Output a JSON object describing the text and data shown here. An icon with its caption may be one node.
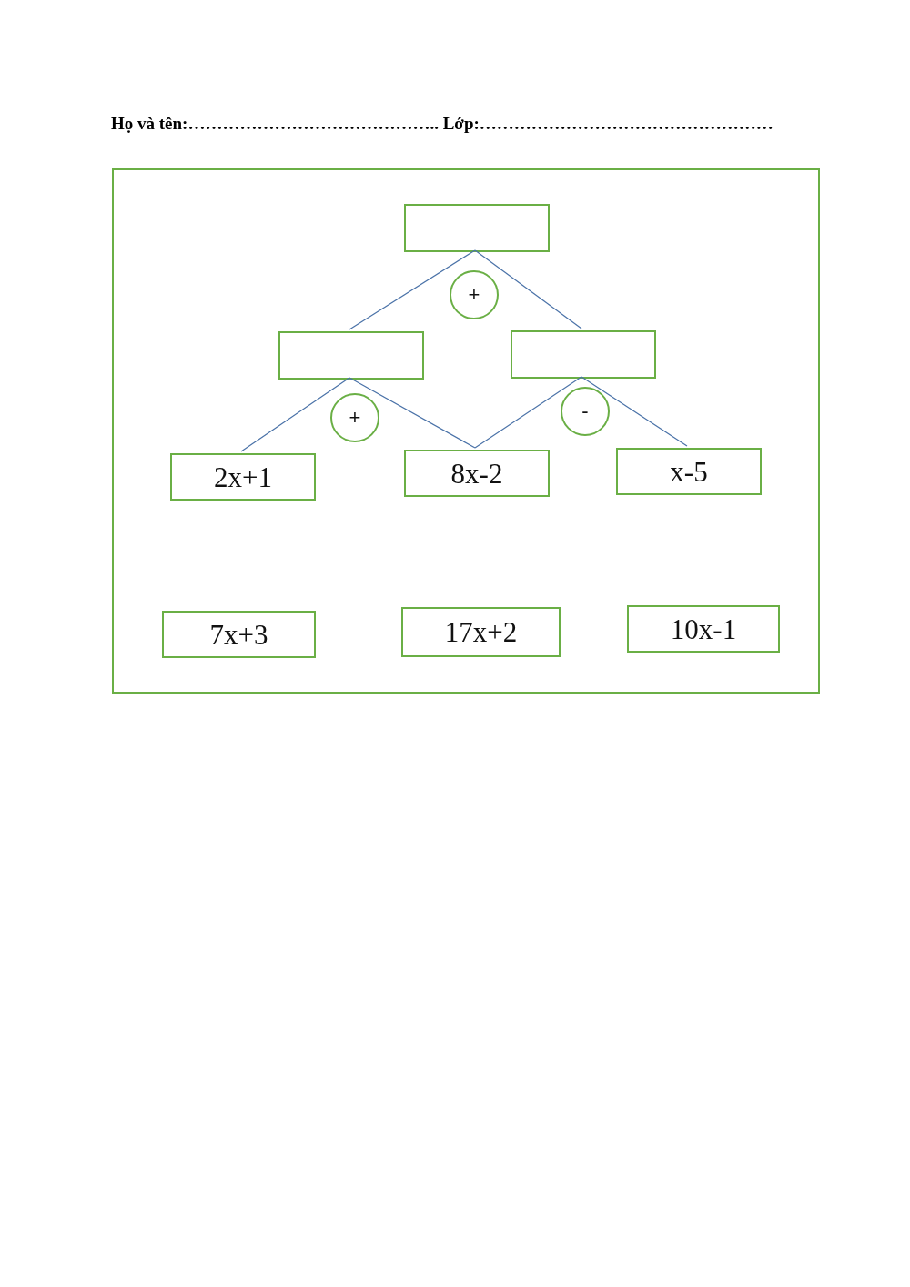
{
  "diagram": {
    "nodes": [
      {
        "text": [],
        "shape": "box"
      },
      {
        "text": [],
        "shape": "box",
        "in": 0
      },
      {
        "text": [
          "+"
        ],
        "in": 0
      },
      {
        "text": [],
        "shape": "box",
        "in": 0
      },
      {
        "text": [],
        "shape": "box",
        "in": 0
      },
      {
        "text": [
          "+"
        ],
        "in": 0
      },
      {
        "text": [
          "-"
        ],
        "in": 0
      },
      {
        "text": [
          "2x+1"
        ],
        "in": 0
      },
      {
        "text": [
          "8x-2"
        ],
        "in": 0
      },
      {
        "text": [
          "x-5"
        ],
        "in": 0
      },
      {
        "text": [
          "7x+3"
        ],
        "in": 0
      },
      {
        "text": [
          "17x+2"
        ],
        "in": 0
      },
      {
        "text": [
          "10x-1"
        ],
        "in": 0
      }
    ],
    "edges": [
      {
        "from": 1,
        "to": 3,
        "arrow": "none"
      },
      {
        "from": 1,
        "to": 4,
        "arrow": "none"
      },
      {
        "from": 3,
        "to": 7,
        "arrow": "none"
      },
      {
        "from": 3,
        "to": 8,
        "arrow": "none"
      },
      {
        "from": 4,
        "to": 8,
        "arrow": "none"
      },
      {
        "from": 4,
        "to": 9,
        "arrow": "none"
      }
    ],
    "labels": [
      "Họ và tên:…………………………………….. Lớp:……………………………………………"
    ]
  }
}
